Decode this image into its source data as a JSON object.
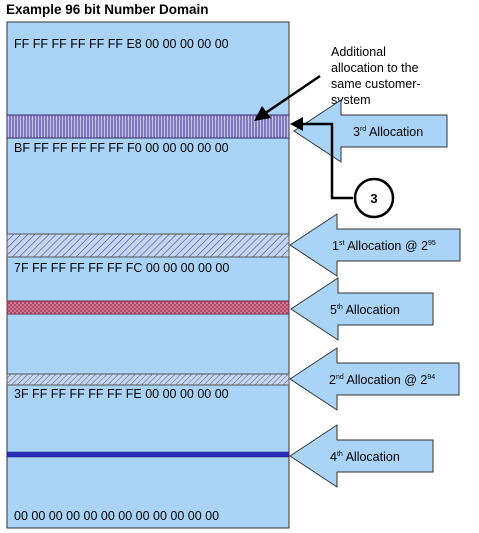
{
  "title": "Example 96 bit Number Domain",
  "domain_labels": {
    "top": "FF FF FF FF FF FF E8 00 00 00 00 00",
    "bf": "BF FF FF FF FF FF F0 00 00 00 00 00",
    "seven_f": "7F FF FF FF FF FF FC 00 00 00 00 00",
    "three_f": "3F FF FF FF FF FF FE 00 00 00 00 00",
    "bottom": "00 00 00 00 00 00 00 00 00 00 00 00"
  },
  "annotation": {
    "line1": "Additional",
    "line2": "allocation to the",
    "line3": "same customer-",
    "line4": "system"
  },
  "callout": {
    "number": "3"
  },
  "allocations": {
    "a3": {
      "num": "3",
      "sup": "rd",
      "text": " Allocation",
      "pow_base": "",
      "pow_exp": ""
    },
    "a1": {
      "num": "1",
      "sup": "st",
      "text": " Allocation @ ",
      "pow_base": "2",
      "pow_exp": "95"
    },
    "a5": {
      "num": "5",
      "sup": "th",
      "text": " Allocation",
      "pow_base": "",
      "pow_exp": ""
    },
    "a2": {
      "num": "2",
      "sup": "nd",
      "text": " Allocation @ ",
      "pow_base": "2",
      "pow_exp": "94"
    },
    "a4": {
      "num": "4",
      "sup": "th",
      "text": " Allocation",
      "pow_base": "",
      "pow_exp": ""
    }
  },
  "colors": {
    "domain_fill": "#a9d4f7",
    "arrow_fill": "#a9d4f7",
    "band_purple": "#6a4fa0",
    "band_maroon": "#9e3b5c",
    "band_blue": "#2f2fbf"
  }
}
